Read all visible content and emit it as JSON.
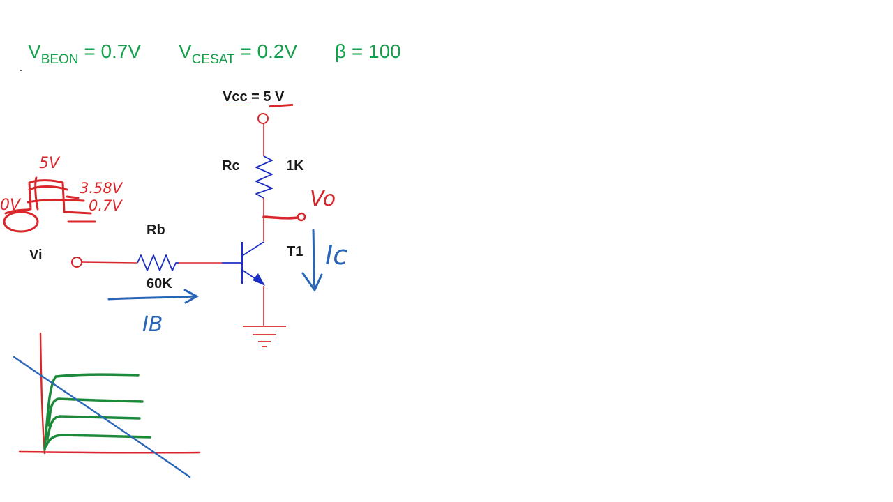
{
  "parameters": {
    "vbe_symbol": "V",
    "vbe_sub": "BEON",
    "vbe_value": " = 0.7V",
    "vce_symbol": "V",
    "vce_sub": "CESAT",
    "vce_value": " = 0.2V",
    "beta_text": "β = 100"
  },
  "circuit": {
    "vcc_label": "Vcc = 5 V",
    "rc_label": "Rc",
    "rc_value": "1K",
    "rb_label": "Rb",
    "rb_value": "60K",
    "transistor_label": "T1",
    "input_label": "Vi"
  },
  "annotations": {
    "output_label": "Vo",
    "collector_current": "Ic",
    "base_current": "IB",
    "pulse_high": "5V",
    "pulse_low": "0V",
    "level_high": "3.58V",
    "level_low": "0.7V"
  },
  "colors": {
    "param_green": "#12a04a",
    "wire_red": "#d9262b",
    "component_blue": "#1c2fc4",
    "ink_blue": "#2a66b8",
    "curve_green": "#1c8a3a"
  }
}
